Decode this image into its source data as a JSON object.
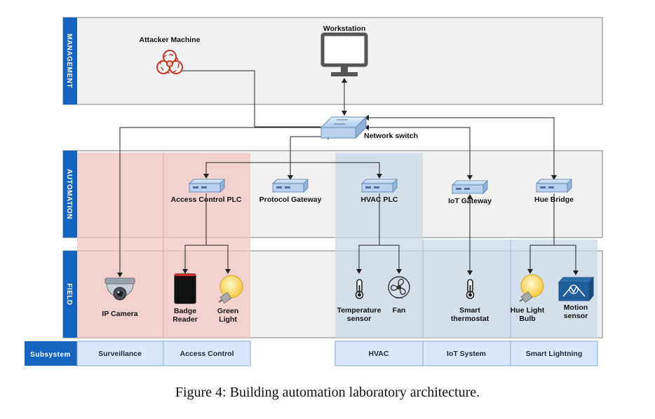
{
  "lanes": {
    "management": "MANAGEMENT",
    "automation": "AUTOMATION",
    "field": "FIELD"
  },
  "management": {
    "attacker": "Attacker Machine",
    "workstation": "Workstation"
  },
  "network_switch": "Network switch",
  "automation": {
    "access_control_plc": "Access Control PLC",
    "protocol_gateway": "Protocol Gateway",
    "hvac_plc": "HVAC PLC",
    "iot_gateway": "IoT Gateway",
    "hue_bridge": "Hue Bridge"
  },
  "field": {
    "ip_camera": "IP Camera",
    "badge_reader_1": "Badge",
    "badge_reader_2": "Reader",
    "green_light_1": "Green",
    "green_light_2": "Light",
    "temp_sensor_1": "Temperature",
    "temp_sensor_2": "sensor",
    "fan": "Fan",
    "smart_thermostat_1": "Smart",
    "smart_thermostat_2": "thermostat",
    "hue_bulb_1": "Hue Light",
    "hue_bulb_2": "Bulb",
    "motion_sensor_1": "Motion",
    "motion_sensor_2": "sensor"
  },
  "subsystems": {
    "label": "Subsystem",
    "surveillance": "Surveillance",
    "access_control": "Access Control",
    "hvac": "HVAC",
    "iot_system": "IoT System",
    "smart_lightning": "Smart Lightning"
  },
  "caption": "Figure 4:  Building automation laboratory architecture.",
  "colors": {
    "lane_blue": "#1565c0",
    "access_red": "#f0c2be",
    "hvac_blue": "#cfdcec",
    "subsystem_box": "#dae8fc"
  }
}
